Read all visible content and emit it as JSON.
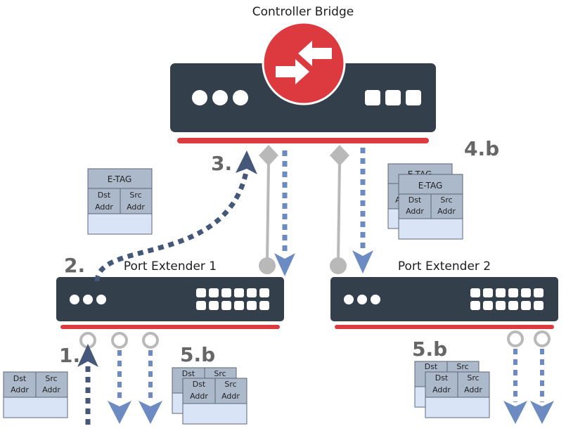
{
  "controller_bridge": {
    "title": "Controller Bridge"
  },
  "port_extender_1": {
    "title": "Port Extender 1"
  },
  "port_extender_2": {
    "title": "Port Extender 2"
  },
  "steps": {
    "s1": "1.",
    "s2": "2.",
    "s3": "3.",
    "s4b": "4.b",
    "s5b_left": "5.b",
    "s5b_right": "5.b"
  },
  "frame": {
    "etag": "E-TAG",
    "dst": "Dst",
    "src": "Src",
    "addr": "Addr"
  },
  "colors": {
    "device_body": "#333f4a",
    "accent_red": "#dc3a3f",
    "flow_dark": "#46587a",
    "flow_light": "#6b8bc2",
    "link_gray": "#b9b9b9",
    "frame_header": "#acb9cb",
    "frame_payload": "#d9e5f6"
  }
}
